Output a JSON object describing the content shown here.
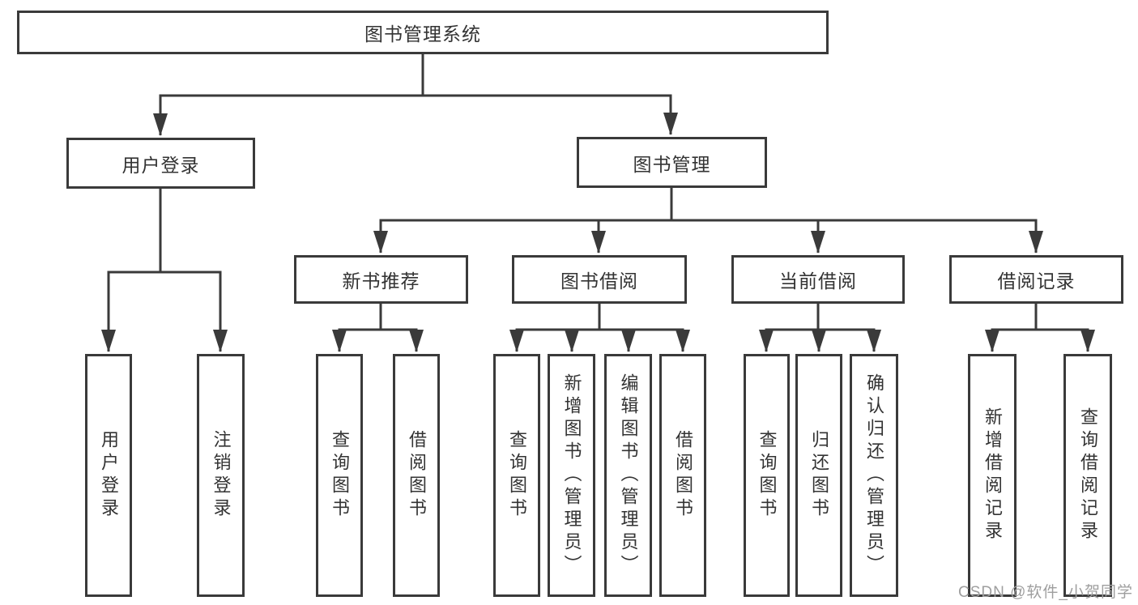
{
  "diagram": {
    "title": "图书管理系统",
    "level2": [
      {
        "label": "用户登录"
      },
      {
        "label": "图书管理"
      }
    ],
    "level3": [
      {
        "label": "新书推荐",
        "parent": "图书管理"
      },
      {
        "label": "图书借阅",
        "parent": "图书管理"
      },
      {
        "label": "当前借阅",
        "parent": "图书管理"
      },
      {
        "label": "借阅记录",
        "parent": "图书管理"
      }
    ],
    "leaves": [
      {
        "label": "用户登录",
        "parent": "用户登录"
      },
      {
        "label": "注销登录",
        "parent": "用户登录"
      },
      {
        "label": "查询图书",
        "parent": "新书推荐"
      },
      {
        "label": "借阅图书",
        "parent": "新书推荐"
      },
      {
        "label": "查询图书",
        "parent": "图书借阅"
      },
      {
        "label": "新增图书（管理员）",
        "parent": "图书借阅"
      },
      {
        "label": "编辑图书（管理员）",
        "parent": "图书借阅"
      },
      {
        "label": "借阅图书",
        "parent": "图书借阅"
      },
      {
        "label": "查询图书",
        "parent": "当前借阅"
      },
      {
        "label": "归还图书",
        "parent": "当前借阅"
      },
      {
        "label": "确认归还（管理员）",
        "parent": "当前借阅"
      },
      {
        "label": "新增借阅记录",
        "parent": "借阅记录"
      },
      {
        "label": "查询借阅记录",
        "parent": "借阅记录"
      }
    ]
  },
  "watermark": {
    "text": "CSDN @软件_小贺同学"
  },
  "colors": {
    "line": "#3a3a3a",
    "text": "#333333",
    "box_fill": "#ffffff",
    "watermark": "#9e9e9e",
    "background": "#ffffff"
  }
}
